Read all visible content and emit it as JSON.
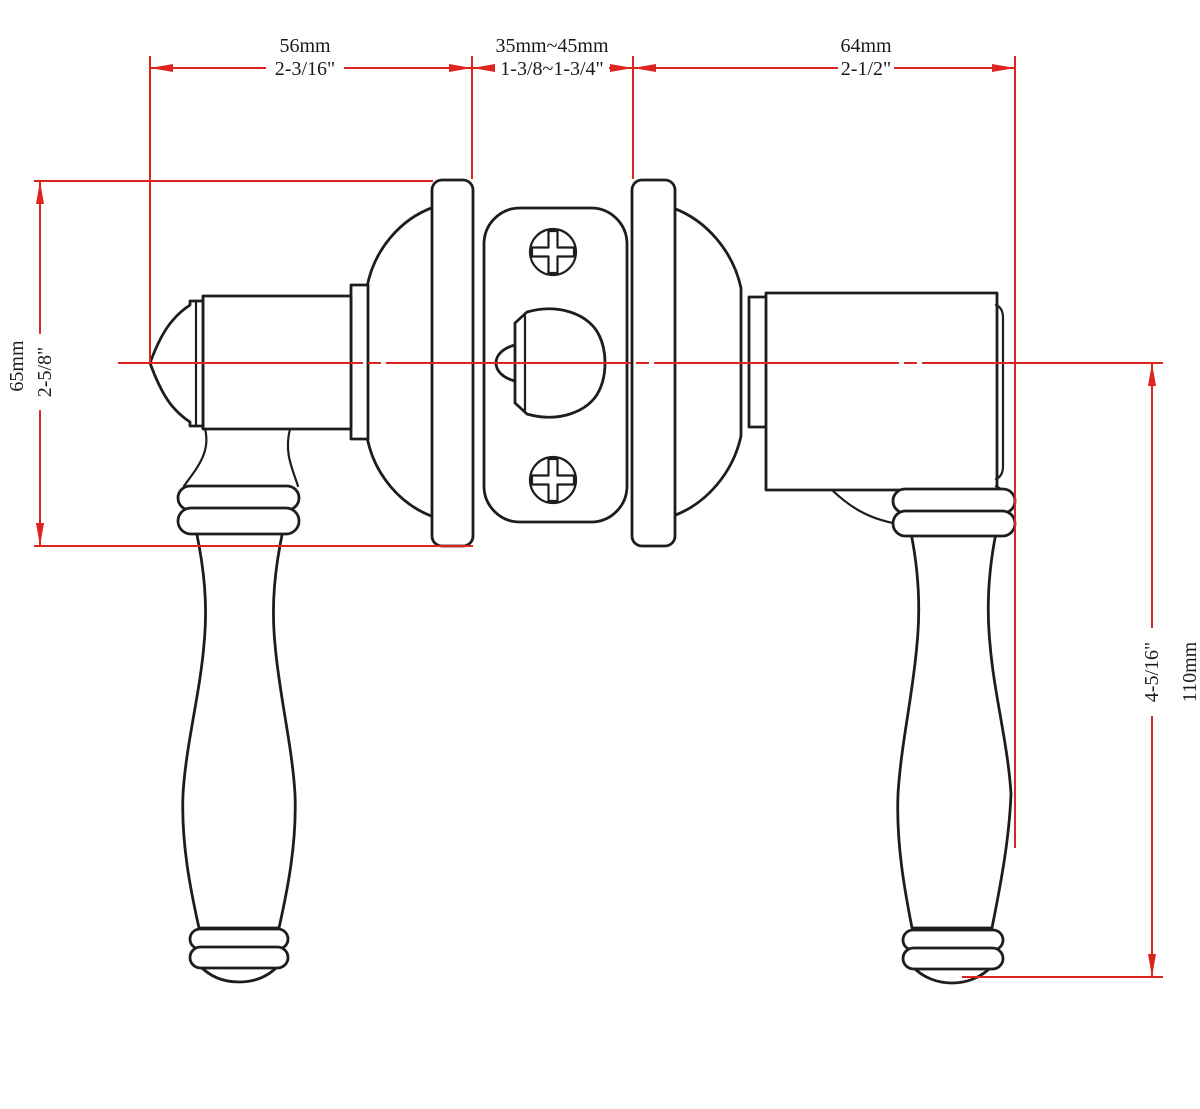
{
  "drawing": {
    "type": "technical-dimension-diagram",
    "subject": "door-lever-lockset-side-view",
    "colors": {
      "dimension_red": "#dd241f",
      "outline_black": "#1d1d1d",
      "background": "#ffffff"
    },
    "dimensions": {
      "left_span": {
        "metric": "56mm",
        "imperial": "2-3/16\""
      },
      "middle_span": {
        "metric": "35mm~45mm",
        "imperial": "1-3/8~1-3/4\""
      },
      "right_span": {
        "metric": "64mm",
        "imperial": "2-1/2\""
      },
      "left_height": {
        "metric": "65mm",
        "imperial": "2-5/8\""
      },
      "right_drop": {
        "metric": "110mm",
        "imperial": "4-5/16\""
      }
    }
  }
}
